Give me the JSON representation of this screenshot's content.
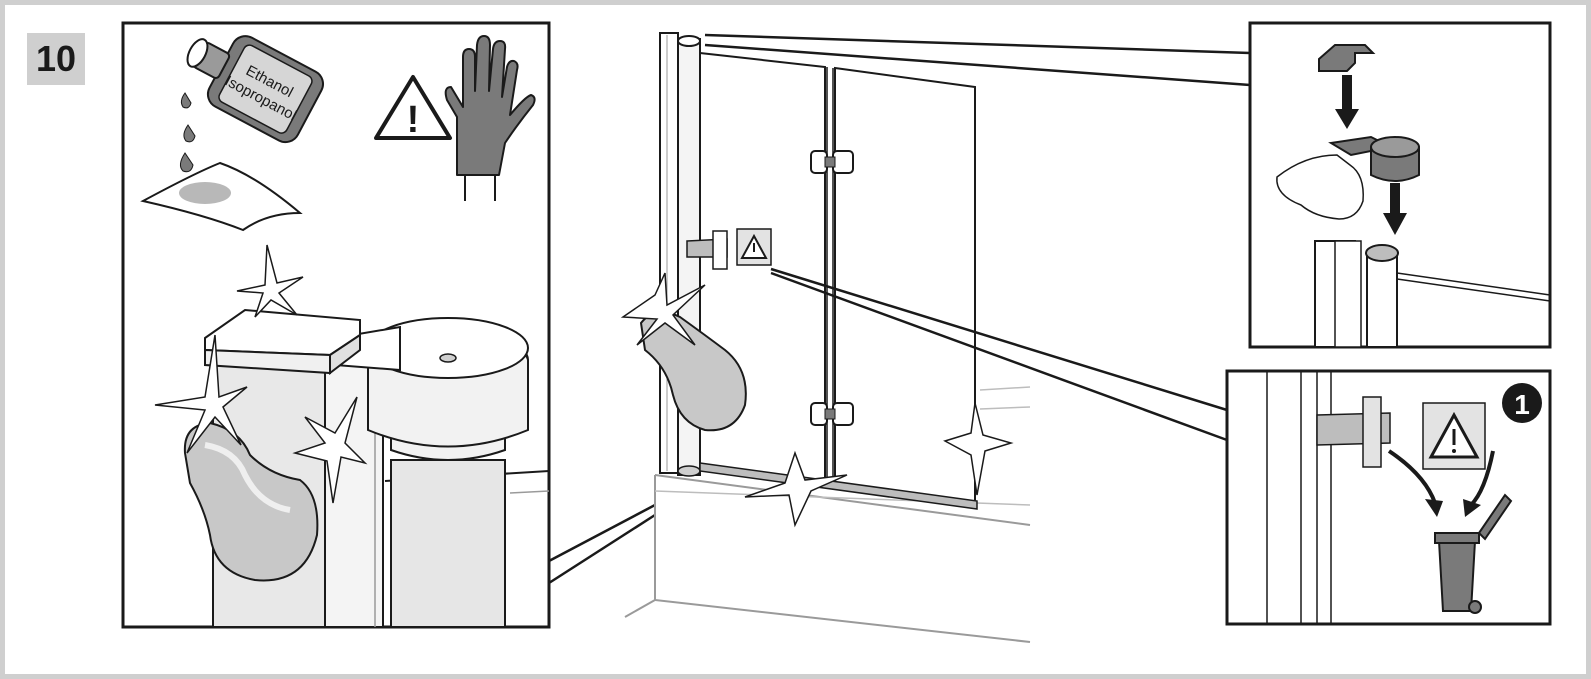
{
  "step": {
    "number": "10"
  },
  "bottle": {
    "label_line1": "Ethanol",
    "label_line2": "Isopropanol"
  },
  "warning_icon": {
    "glyph": "!"
  },
  "callout_step": {
    "number": "1"
  },
  "colors": {
    "ink": "#1a1a1a",
    "mid_gray": "#7a7a7a",
    "light_gray": "#bdbdbd",
    "panel_gray": "#e3e3e3",
    "frame_gray": "#cfcfcf"
  }
}
